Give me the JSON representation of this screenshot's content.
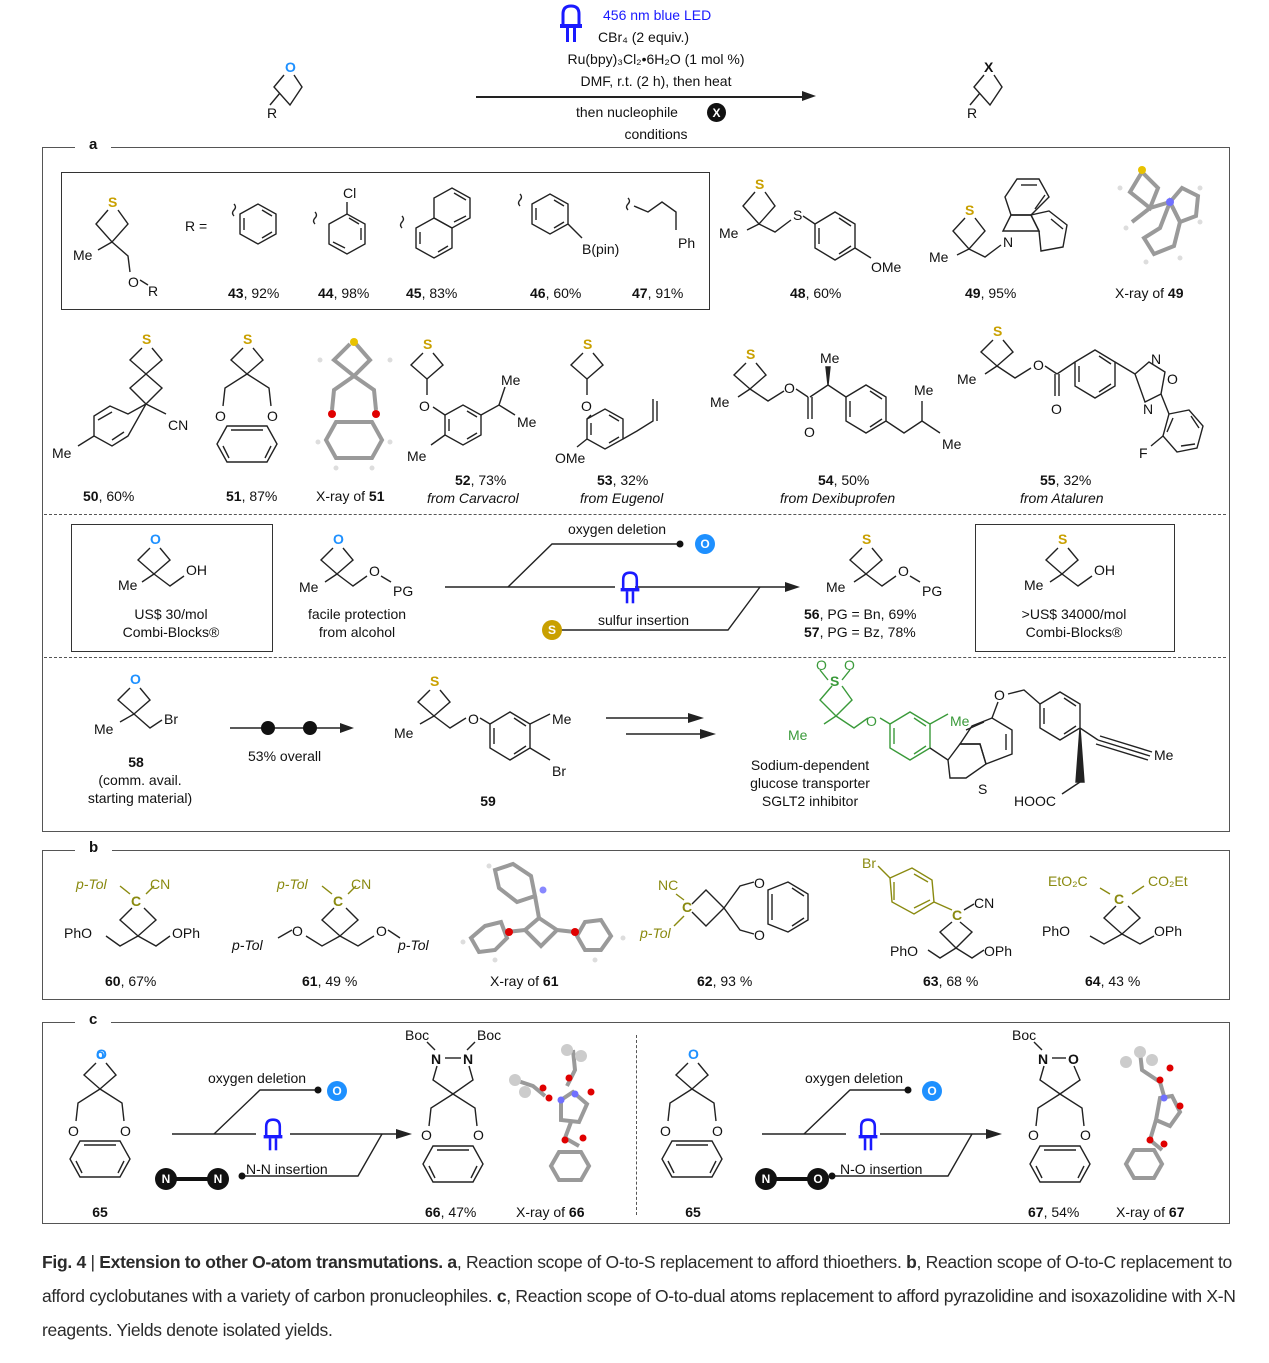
{
  "header": {
    "light": "456 nm blue LED",
    "reagent1": "CBr₄ (2 equiv.)",
    "catalyst": "Ru(bpy)₃Cl₂•6H₂O (1 mol %)",
    "conditions": "DMF, r.t. (2 h), then heat",
    "nucleophile_prefix": "then nucleophile",
    "nucleophile_symbol": "X",
    "nucleophile_suffix": "conditions",
    "reactant_atom": "O",
    "reactant_sub": "R",
    "product_atom": "X",
    "product_sub": "R"
  },
  "colors": {
    "oxygen": "#1e90ff",
    "sulfur": "#c9a000",
    "led": "#1a1aff",
    "carbon_nucleophile": "#8a8a10",
    "sglt2_highlight": "#3a9a3a"
  },
  "panel_a": {
    "label": "a",
    "scaffold": {
      "S": "S",
      "Me": "Me",
      "O": "O",
      "R": "R",
      "r_equals": "R ="
    },
    "boxed_compounds": [
      {
        "id": "43",
        "yield": ", 92%"
      },
      {
        "id": "44",
        "yield": ", 98%",
        "substituent": "Cl"
      },
      {
        "id": "45",
        "yield": ", 83%"
      },
      {
        "id": "46",
        "yield": ", 60%",
        "substituent": "B(pin)"
      },
      {
        "id": "47",
        "yield": ", 91%",
        "substituent": "Ph"
      }
    ],
    "row1": [
      {
        "id": "48",
        "yield": ", 60%",
        "labels": [
          "Me",
          "S",
          "OMe"
        ]
      },
      {
        "id": "49",
        "yield": ", 95%",
        "labels": [
          "Me",
          "N"
        ]
      },
      {
        "xray_prefix": "X-ray of ",
        "xray_id": "49"
      }
    ],
    "row2": [
      {
        "id": "50",
        "yield": ", 60%",
        "labels": [
          "CN",
          "Me"
        ]
      },
      {
        "id": "51",
        "yield": ", 87%"
      },
      {
        "xray_prefix": "X-ray of ",
        "xray_id": "51"
      },
      {
        "id": "52",
        "yield": ", 73%",
        "source": "from Carvacrol"
      },
      {
        "id": "53",
        "yield": ", 32%",
        "source": "from Eugenol"
      },
      {
        "id": "54",
        "yield": ", 50%",
        "source": "from Dexibuprofen"
      },
      {
        "id": "55",
        "yield": ", 32%",
        "source": "from Ataluren"
      }
    ],
    "cost_comparison": {
      "left_box": {
        "price": "US$ 30/mol",
        "vendor": "Combi-Blocks®",
        "group": "OH"
      },
      "protected": {
        "group": "PG",
        "note1": "facile protection",
        "note2": "from alcohol"
      },
      "path_top": "oxygen deletion",
      "path_bottom": "sulfur insertion",
      "leaving_atom": "O",
      "inserted_atom": "S",
      "products": [
        {
          "id": "56",
          "text": ", PG = Bn, 69%"
        },
        {
          "id": "57",
          "text": ", PG = Bz, 78%"
        }
      ],
      "right_box": {
        "price": ">US$ 34000/mol",
        "vendor": "Combi-Blocks®",
        "group": "OH"
      }
    },
    "sglt2": {
      "start_id": "58",
      "start_note1": "(comm. avail.",
      "start_note2": "starting material)",
      "step_yield": "53% overall",
      "intermediate_id": "59",
      "target_line1": "Sodium-dependent",
      "target_line2": "glucose transporter",
      "target_line3": "SGLT2 inhibitor",
      "acid_label": "HOOC",
      "alkyne_me": "Me"
    }
  },
  "panel_b": {
    "label": "b",
    "compounds": [
      {
        "id": "60",
        "yield": ", 67%"
      },
      {
        "id": "61",
        "yield": ", 49 %"
      },
      {
        "xray_prefix": "X-ray of ",
        "xray_id": "61"
      },
      {
        "id": "62",
        "yield": ", 93 %"
      },
      {
        "id": "63",
        "yield": ", 68 %"
      },
      {
        "id": "64",
        "yield": ", 43 %"
      }
    ],
    "labels": {
      "ptol": "p-Tol",
      "cn": "CN",
      "nc": "NC",
      "c": "C",
      "pho": "PhO",
      "oph": "OPh",
      "br": "Br",
      "eto2c": "EtO₂C",
      "co2et": "CO₂Et",
      "o": "O"
    }
  },
  "panel_c": {
    "label": "c",
    "left": {
      "start_id": "65",
      "path_top": "oxygen deletion",
      "path_bottom": "N-N insertion",
      "reagent_a": "N",
      "reagent_b": "N",
      "product_id": "66",
      "product_yield": ", 47%",
      "xray_prefix": "X-ray of ",
      "xray_id": "66",
      "boc": "Boc",
      "n": "N"
    },
    "right": {
      "start_id": "65",
      "path_top": "oxygen deletion",
      "path_bottom": "N-O insertion",
      "reagent_a": "N",
      "reagent_b": "O",
      "product_id": "67",
      "product_yield": ", 54%",
      "xray_prefix": "X-ray of ",
      "xray_id": "67",
      "boc": "Boc",
      "n": "N",
      "o": "O"
    }
  },
  "caption": {
    "fig": "Fig. 4",
    "sep": " | ",
    "title": "Extension to other O-atom transmutations.",
    "a_label": "a",
    "a_text": ", Reaction scope of O-to-S replacement to afford thioethers. ",
    "b_label": "b",
    "b_text": ", Reaction scope of O-to-C replacement to afford cyclobutanes with a variety of carbon pronucleophiles. ",
    "c_label": "c",
    "c_text": ", Reaction scope of O-to-dual atoms replacement to afford pyrazolidine and isoxazolidine with X-N reagents. Yields denote isolated yields."
  }
}
